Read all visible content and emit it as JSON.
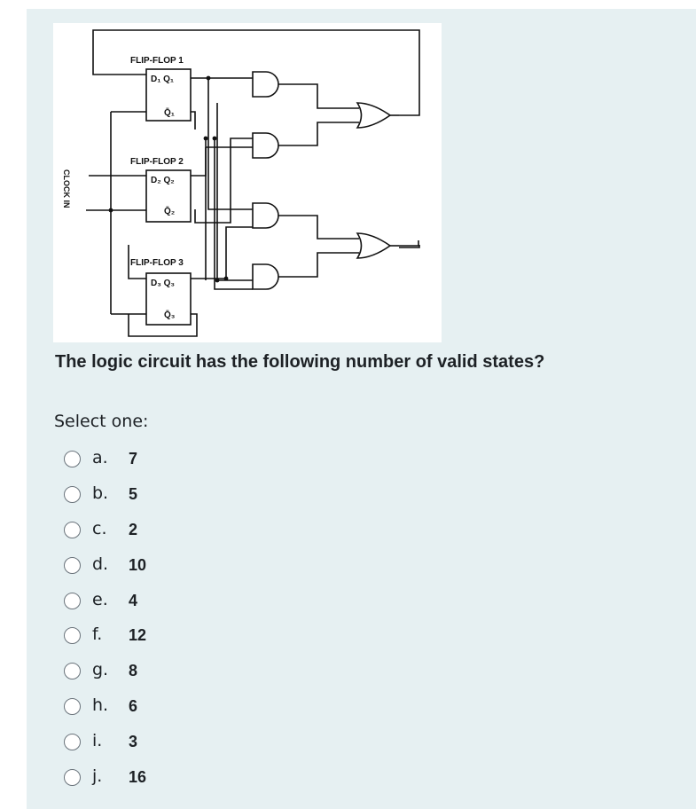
{
  "figure": {
    "flip_flop_1": "FLIP-FLOP 1",
    "flip_flop_2": "FLIP-FLOP 2",
    "flip_flop_3": "FLIP-FLOP 3",
    "ff1_pins_top": "D₁  Q₁",
    "ff1_pin_bottom": "Q̄₁",
    "ff2_pins_top": "D₂  Q₂",
    "ff2_pin_bottom": "Q̄₂",
    "ff3_pins_top": "D₃  Q₃",
    "ff3_pin_bottom": "Q̄₃",
    "clock_label": "CLOCK IN"
  },
  "question": "The logic circuit has the following number of valid states?",
  "select_one": "Select one:",
  "options": [
    {
      "letter": "a.",
      "value": "7"
    },
    {
      "letter": "b.",
      "value": "5"
    },
    {
      "letter": "c.",
      "value": "2"
    },
    {
      "letter": "d.",
      "value": "10"
    },
    {
      "letter": "e.",
      "value": "4"
    },
    {
      "letter": "f.",
      "value": "12"
    },
    {
      "letter": "g.",
      "value": "8"
    },
    {
      "letter": "h.",
      "value": "6"
    },
    {
      "letter": "i.",
      "value": "3"
    },
    {
      "letter": "j.",
      "value": "16"
    }
  ]
}
